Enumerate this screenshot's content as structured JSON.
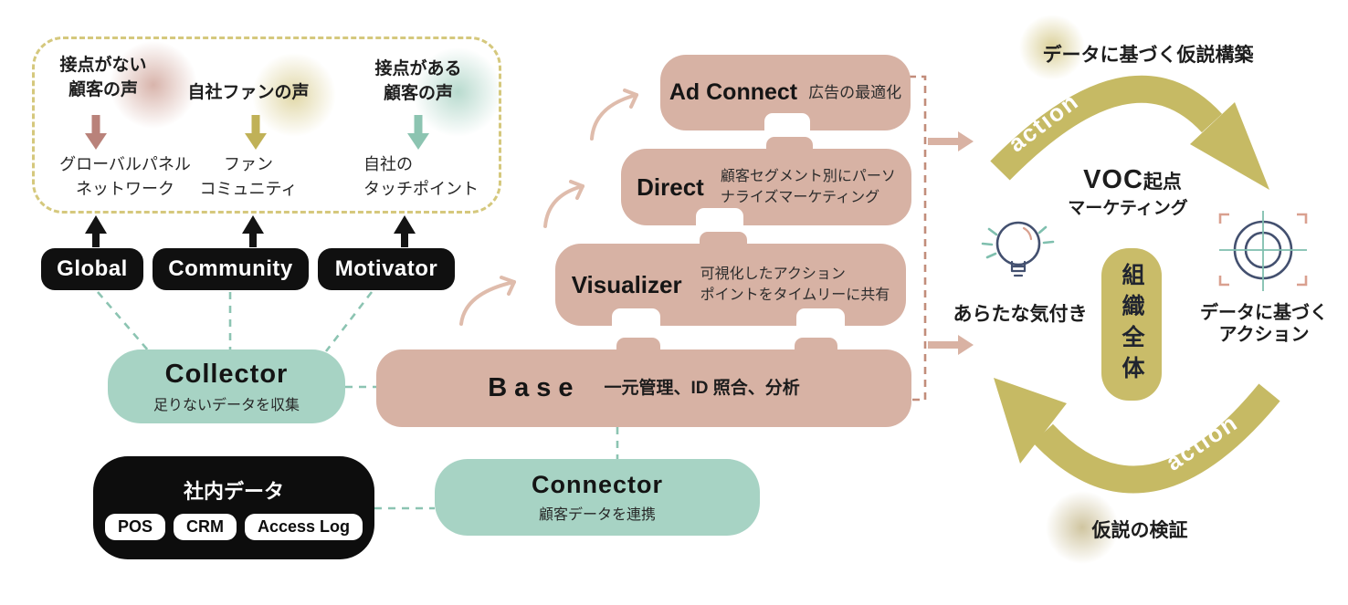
{
  "colors": {
    "teal_box": "#a7d3c4",
    "pink_box": "#d7b2a4",
    "olive": "#c6ba64",
    "black": "#0d0d0d",
    "teal_dash": "#8cc4b2",
    "pink_dash": "#c28d7b"
  },
  "voice_panel": {
    "columns": [
      {
        "title": "接点がない\n顧客の声",
        "source": "グローバルパネル\nネットワーク",
        "accent": "#b9827a"
      },
      {
        "title": "自社ファンの声",
        "source": "ファン\nコミュニティ",
        "accent": "#c0b157"
      },
      {
        "title": "接点がある\n顧客の声",
        "source": "自社の\nタッチポイント",
        "accent": "#8cc4b1"
      }
    ]
  },
  "collect_pills": [
    {
      "label": "Global"
    },
    {
      "label": "Community"
    },
    {
      "label": "Motivator"
    }
  ],
  "collector": {
    "title": "Collector",
    "subtitle": "足りないデータを収集"
  },
  "internal_data": {
    "title": "社内データ",
    "tags": [
      "POS",
      "CRM",
      "Access Log"
    ]
  },
  "connector": {
    "title": "Connector",
    "subtitle": "顧客データを連携"
  },
  "modules": {
    "ad_connect": {
      "name": "Ad Connect",
      "desc": "広告の最適化"
    },
    "direct": {
      "name": "Direct",
      "desc": "顧客セグメント別にパーソ\nナライズマーケティング"
    },
    "visualizer": {
      "name": "Visualizer",
      "desc": "可視化したアクション\nポイントをタイムリーに共有"
    },
    "base": {
      "name": "Base",
      "desc": "一元管理、ID 照合、分析"
    }
  },
  "cycle": {
    "hypothesis_build": "データに基づく仮説構築",
    "hypothesis_verify": "仮説の検証",
    "voc": "VOC",
    "voc_suffix": "起点",
    "marketing": "マーケティング",
    "insight": "あらたな気付き",
    "data_action": "データに基づく\nアクション",
    "organization": "組織全体",
    "arc_label": "action"
  }
}
